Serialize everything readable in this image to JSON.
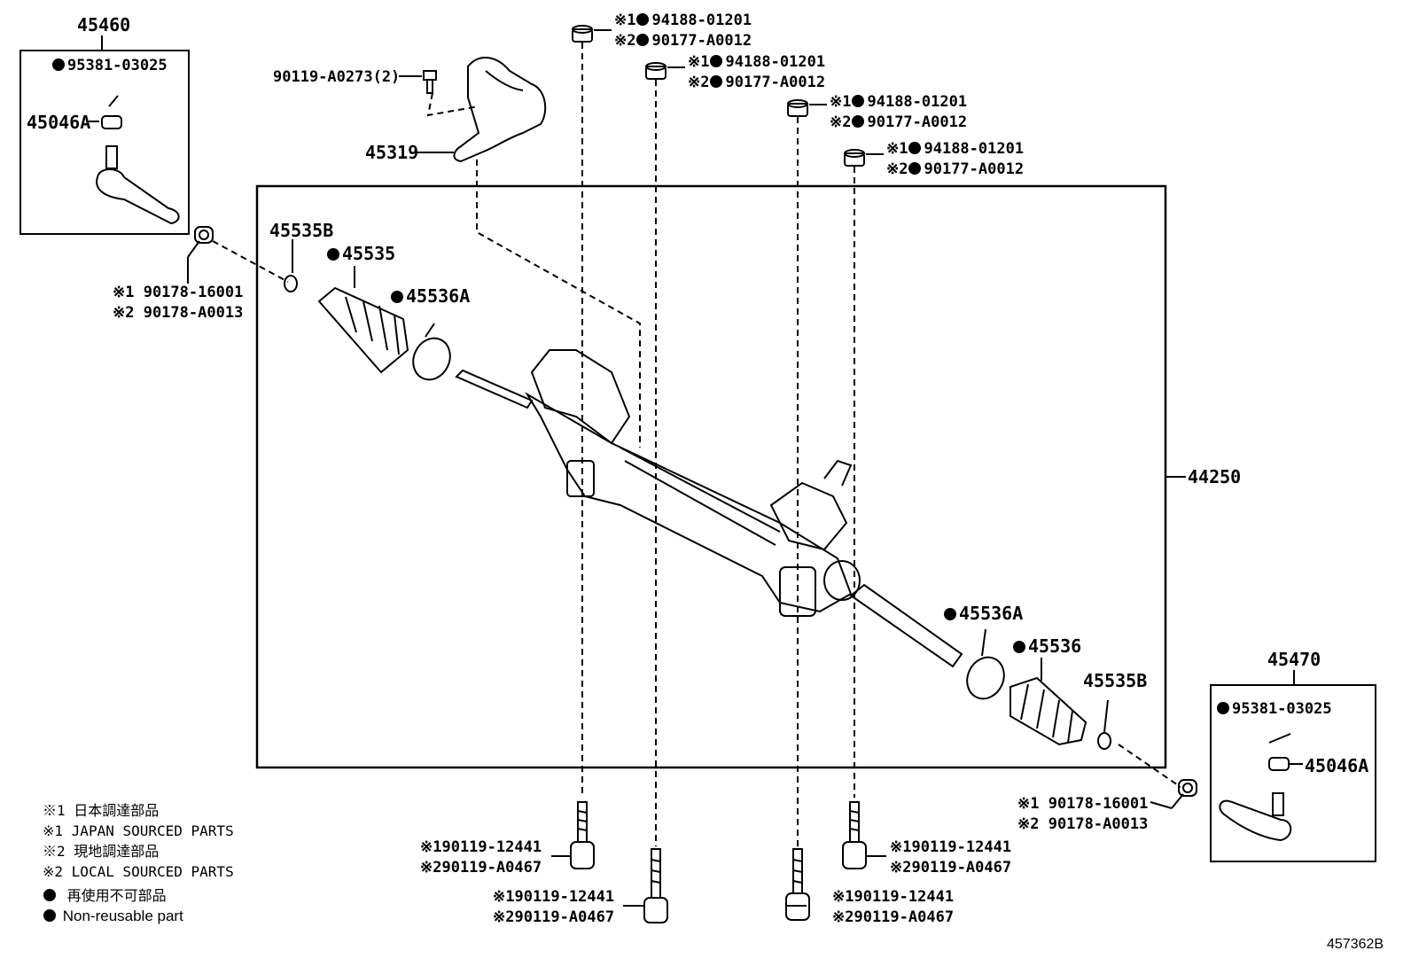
{
  "part_labels": {
    "tie_rod_end_left": "45460",
    "tie_rod_end_right": "45470",
    "cotter_pin_left": "95381-03025",
    "cotter_pin_right": "95381-03025",
    "nut_left": "45046A",
    "nut_right": "45046A",
    "protector": "45319",
    "protector_bolt": "90119-A0273(2)",
    "gear_assembly": "44250",
    "clip_left": "45535B",
    "clip_right": "45535B",
    "boot_left": "45535",
    "boot_right": "45536",
    "clamp_left": "45536A",
    "clamp_right": "45536A",
    "lock_nut_left_1": "※1 90178-16001",
    "lock_nut_left_2": "※2 90178-A0013",
    "lock_nut_right_1": "※1 90178-16001",
    "lock_nut_right_2": "※2 90178-A0013"
  },
  "mount_nuts": [
    {
      "a": "※1",
      "pa": "94188-01201",
      "b": "※2",
      "pb": "90177-A0012"
    },
    {
      "a": "※1",
      "pa": "94188-01201",
      "b": "※2",
      "pb": "90177-A0012"
    },
    {
      "a": "※1",
      "pa": "94188-01201",
      "b": "※2",
      "pb": "90177-A0012"
    },
    {
      "a": "※1",
      "pa": "94188-01201",
      "b": "※2",
      "pb": "90177-A0012"
    }
  ],
  "mount_bolts": [
    {
      "a": "※190119-12441",
      "b": "※290119-A0467"
    },
    {
      "a": "※190119-12441",
      "b": "※290119-A0467"
    },
    {
      "a": "※190119-12441",
      "b": "※290119-A0467"
    },
    {
      "a": "※190119-12441",
      "b": "※290119-A0467"
    }
  ],
  "legend": {
    "line1": "※1 日本調達部品",
    "line2": "※1 JAPAN SOURCED PARTS",
    "line3": "※2 現地調達部品",
    "line4": "※2 LOCAL SOURCED PARTS",
    "line5": "再使用不可部品",
    "line6": "Non-reusable part"
  },
  "diagram_id": "457362B",
  "colors": {
    "ink": "#000000",
    "background": "#ffffff"
  }
}
